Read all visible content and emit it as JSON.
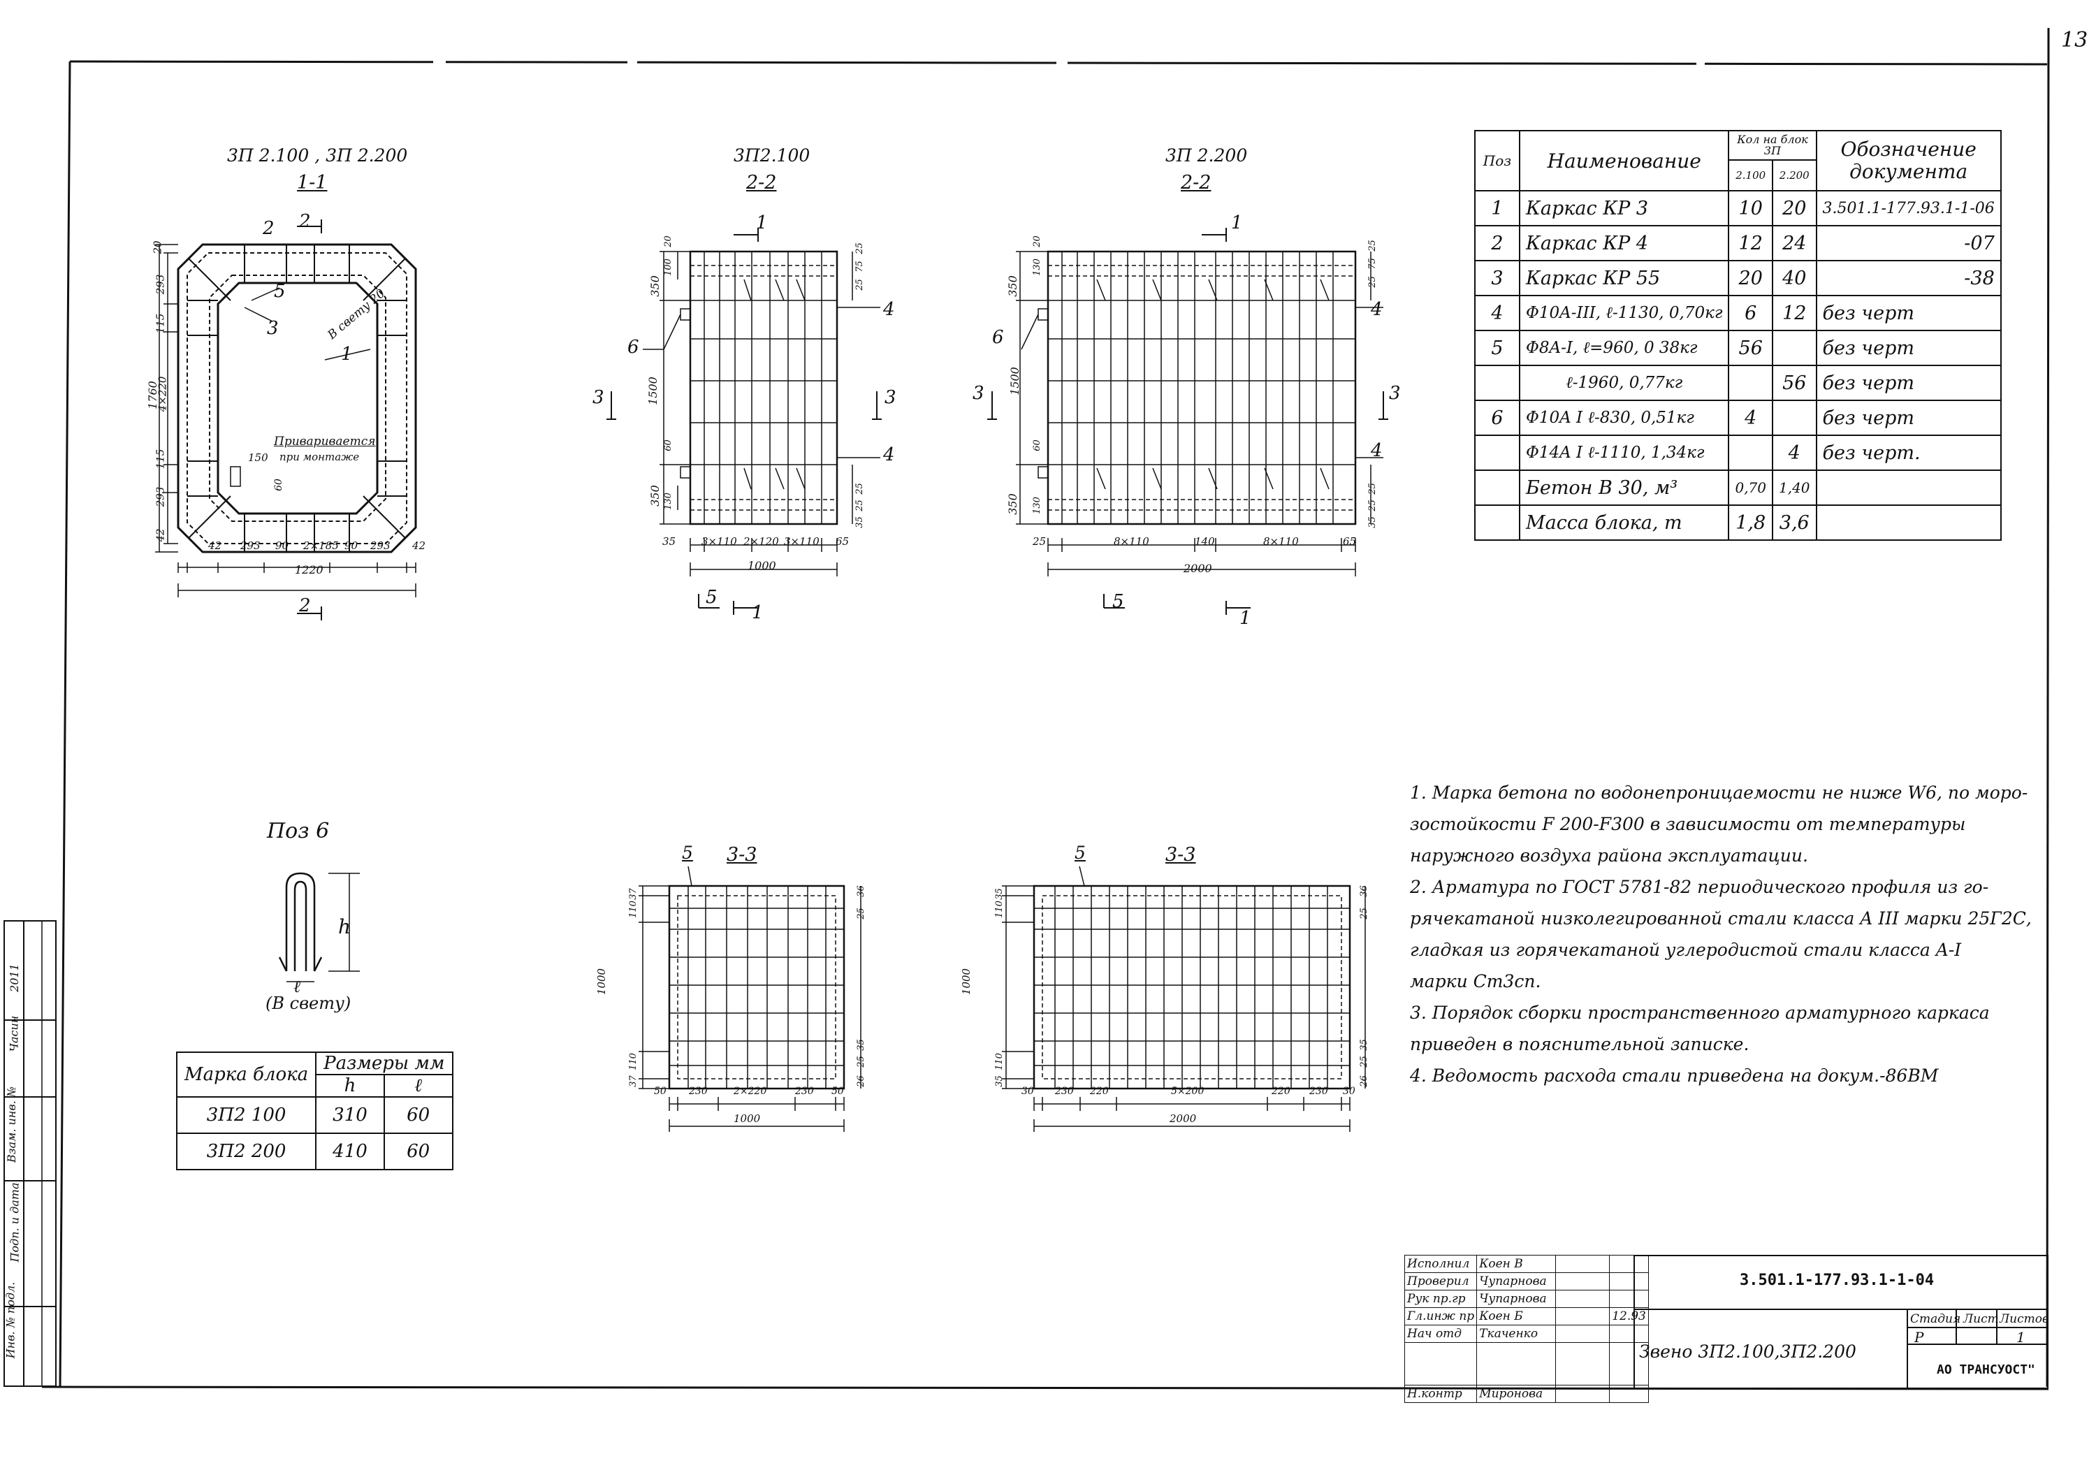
{
  "sheet_number": "13",
  "views": {
    "section_1_1": {
      "title_line1": "3П 2.100 , 3П 2.200",
      "title_line2": "1-1"
    },
    "section_2_2_a": {
      "title_line1": "3П2.100",
      "title_line2": "2-2"
    },
    "section_2_2_b": {
      "title_line1": "3П 2.200",
      "title_line2": "2-2"
    },
    "section_3_3_a": {
      "title": "3-3",
      "pos_label": "5"
    },
    "section_3_3_b": {
      "title": "3-3",
      "pos_label": "5"
    }
  },
  "sec11": {
    "cut_label_top": "2",
    "cut_label_bottom": "2",
    "pos1": "1",
    "pos2": "2",
    "pos3": "3",
    "pos5": "5",
    "note_svetu": "В свету 20",
    "note_weld1": "Приваривается",
    "note_weld2": "при монтаже",
    "dims_left": [
      "20",
      "293",
      "115",
      "4×220",
      "115",
      "293",
      "42"
    ],
    "dim_total_h": "1760",
    "dims_bottom": [
      "42",
      "293",
      "90",
      "2×185",
      "90",
      "293",
      "42"
    ],
    "dim_total_w": "1220",
    "dim_150": "150",
    "dim_60": "60"
  },
  "sec22a": {
    "cut_top": "1",
    "cut_bottom": "1",
    "arrow3_left": "3",
    "arrow3_right": "3",
    "pos4a": "4",
    "pos4b": "4",
    "pos6": "6",
    "pos5": "5",
    "dims_left": [
      "350",
      "1500",
      "350"
    ],
    "dim_small": [
      "20",
      "100",
      "60",
      "130"
    ],
    "dims_right": [
      "25",
      "75",
      "25",
      "25",
      "25",
      "35"
    ],
    "dims_bottom": [
      "35",
      "3×110",
      "2×120",
      "3×110",
      "65"
    ],
    "dim_total": "1000"
  },
  "sec22b": {
    "cut_top": "1",
    "cut_bottom": "1",
    "arrow3_left": "3",
    "arrow3_right": "3",
    "pos4a": "4",
    "pos4b": "4",
    "pos6": "6",
    "pos5": "5",
    "dims_left": [
      "350",
      "1500",
      "350"
    ],
    "dim_small": [
      "20",
      "130",
      "60",
      "130"
    ],
    "dims_right": [
      "25",
      "75",
      "25",
      "25",
      "25",
      "35"
    ],
    "dims_bottom": [
      "25",
      "8×110",
      "140",
      "8×110",
      "65"
    ],
    "dim_total": "2000"
  },
  "sec33a": {
    "dims_left": [
      "37",
      "110",
      "1000",
      "110",
      "37"
    ],
    "dims_right": [
      "36",
      "25",
      "35",
      "25",
      "26"
    ],
    "dims_bottom": [
      "50",
      "230",
      "2×220",
      "230",
      "50"
    ],
    "dim_total": "1000"
  },
  "sec33b": {
    "dims_left": [
      "35",
      "110",
      "1000",
      "110",
      "35"
    ],
    "dims_right": [
      "36",
      "25",
      "35",
      "25",
      "26"
    ],
    "dims_bottom": [
      "30",
      "230",
      "220",
      "5×200",
      "220",
      "230",
      "30"
    ],
    "dim_total": "2000"
  },
  "pos6_detail": {
    "title": "Поз 6",
    "h_label": "h",
    "l_label": "ℓ",
    "caption": "(В свету)"
  },
  "mark_table": {
    "header_col1": "Марка блока",
    "header_col2": "Размеры мм",
    "sub_h": "h",
    "sub_l": "ℓ",
    "rows": [
      {
        "mark": "3П2 100",
        "h": "310",
        "l": "60"
      },
      {
        "mark": "3П2 200",
        "h": "410",
        "l": "60"
      }
    ]
  },
  "spec_table": {
    "header": {
      "pos": "Поз",
      "name": "Наименование",
      "qty": "Кол на блок 3П",
      "qty_sub1": "2.100",
      "qty_sub2": "2.200",
      "doc": "Обозначение документа"
    },
    "rows": [
      {
        "pos": "1",
        "name": "Каркас КР 3",
        "q1": "10",
        "q2": "20",
        "doc": "3.501.1-177.93.1-1-06"
      },
      {
        "pos": "2",
        "name": "Каркас КР 4",
        "q1": "12",
        "q2": "24",
        "doc": "-07"
      },
      {
        "pos": "3",
        "name": "Каркас КР 55",
        "q1": "20",
        "q2": "40",
        "doc": "-38"
      },
      {
        "pos": "4",
        "name": "Φ10A-III, ℓ-1130, 0,70кг",
        "q1": "6",
        "q2": "12",
        "doc": "без черт"
      },
      {
        "pos": "5",
        "name": "Φ8A-I, ℓ=960, 0 38кг",
        "q1": "56",
        "q2": "",
        "doc": "без черт"
      },
      {
        "pos": "",
        "name": "ℓ-1960, 0,77кг",
        "q1": "",
        "q2": "56",
        "doc": "без черт"
      },
      {
        "pos": "6",
        "name": "Φ10A I ℓ-830, 0,51кг",
        "q1": "4",
        "q2": "",
        "doc": "без черт"
      },
      {
        "pos": "",
        "name": "Φ14A I ℓ-1110, 1,34кг",
        "q1": "",
        "q2": "4",
        "doc": "без черт."
      },
      {
        "pos": "",
        "name": "Бетон В 30, м³",
        "q1": "0,70",
        "q2": "1,40",
        "doc": ""
      },
      {
        "pos": "",
        "name": "Масса блока, т",
        "q1": "1,8",
        "q2": "3,6",
        "doc": ""
      }
    ]
  },
  "notes": [
    "1. Марка бетона по водонепроницаемости не ниже W6, по моро-",
    "зостойкости F 200-F300 в зависимости от температуры",
    "наружного воздуха района эксплуатации.",
    "2. Арматура по ГОСТ 5781-82 периодического профиля из го-",
    "рячекатаной низколегированной стали класса A III марки 25Г2С,",
    "гладкая из горячекатаной углеродистой стали класса A-I",
    "марки Ст3сп.",
    "3. Порядок сборки пространственного арматурного каркаса",
    "приведен в пояснительной записке.",
    "4. Ведомость расхода стали приведена на докум.-86ВМ"
  ],
  "title_block": {
    "doc_code": "3.501.1-177.93.1-1-04",
    "title": "Звено 3П2.100,3П2.200",
    "stage_label": "Стадия",
    "sheet_label": "Лист",
    "sheets_label": "Листов",
    "stage_value": "Р",
    "sheet_value": "",
    "sheets_value": "1",
    "org": "АО ТРАНСУОСТ\"",
    "date": "12.93",
    "people": [
      {
        "role": "Исполнил",
        "name": "Коен В"
      },
      {
        "role": "Проверил",
        "name": "Чупарнова"
      },
      {
        "role": "Рук пр.гр",
        "name": "Чупарнова"
      },
      {
        "role": "Гл.инж пр",
        "name": "Коен Б"
      },
      {
        "role": "Нач отд",
        "name": "Ткаченко"
      },
      {
        "role": "",
        "name": ""
      },
      {
        "role": "Н.контр",
        "name": "Миронова"
      }
    ]
  },
  "side_stamp": {
    "items": [
      "Инв. № подл.",
      "Подп. и дата",
      "Взам. инв. №",
      "Часин",
      "2011"
    ]
  }
}
